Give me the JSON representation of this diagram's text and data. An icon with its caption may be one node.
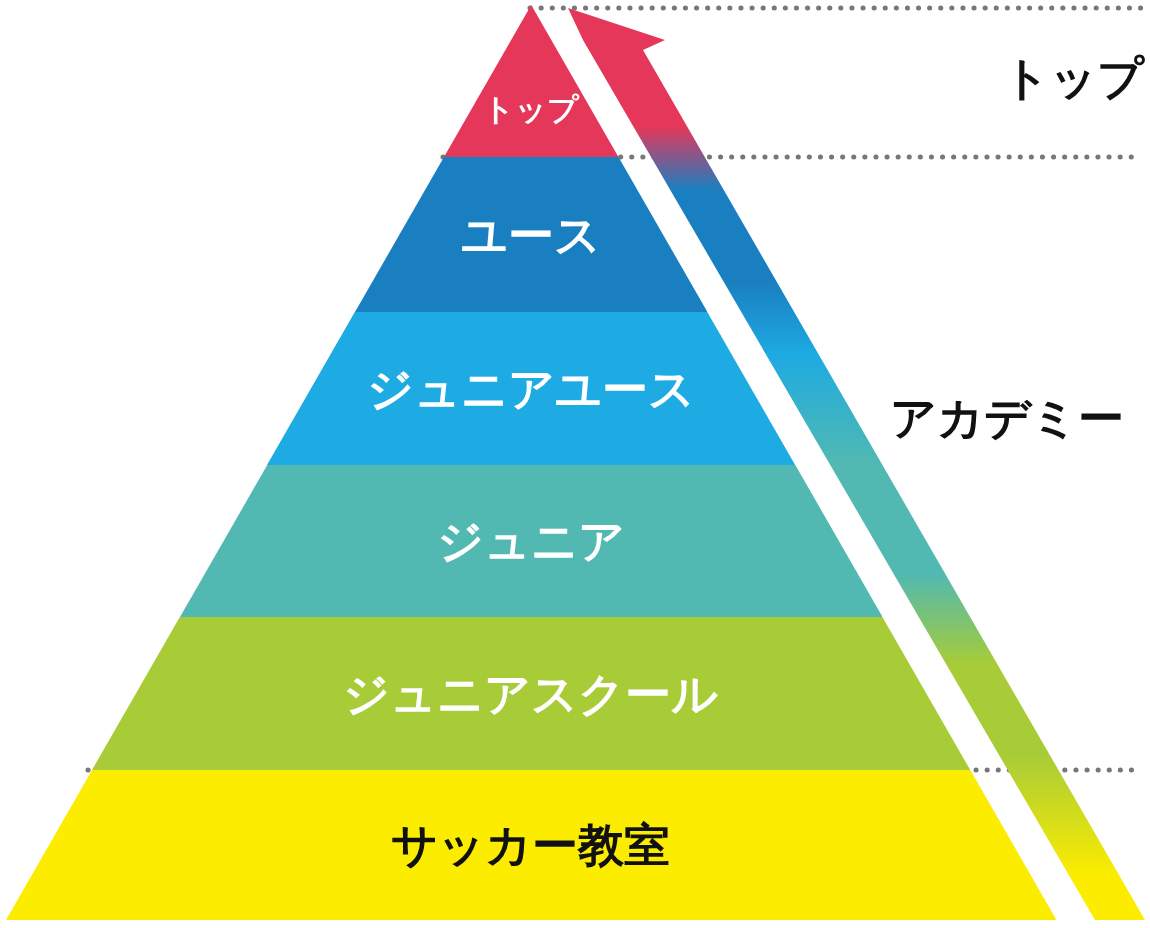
{
  "diagram": {
    "nodes": [
      {
        "text": [
          "トップ"
        ]
      },
      {
        "text": [
          "ユース"
        ]
      },
      {
        "text": [
          "ジュニアユース"
        ]
      },
      {
        "text": [
          "ジュニア"
        ]
      },
      {
        "text": [
          "ジュニアスクール"
        ]
      },
      {
        "text": [
          "サッカー教室"
        ]
      }
    ],
    "labels": [
      "トップ",
      "アカデミー"
    ]
  }
}
